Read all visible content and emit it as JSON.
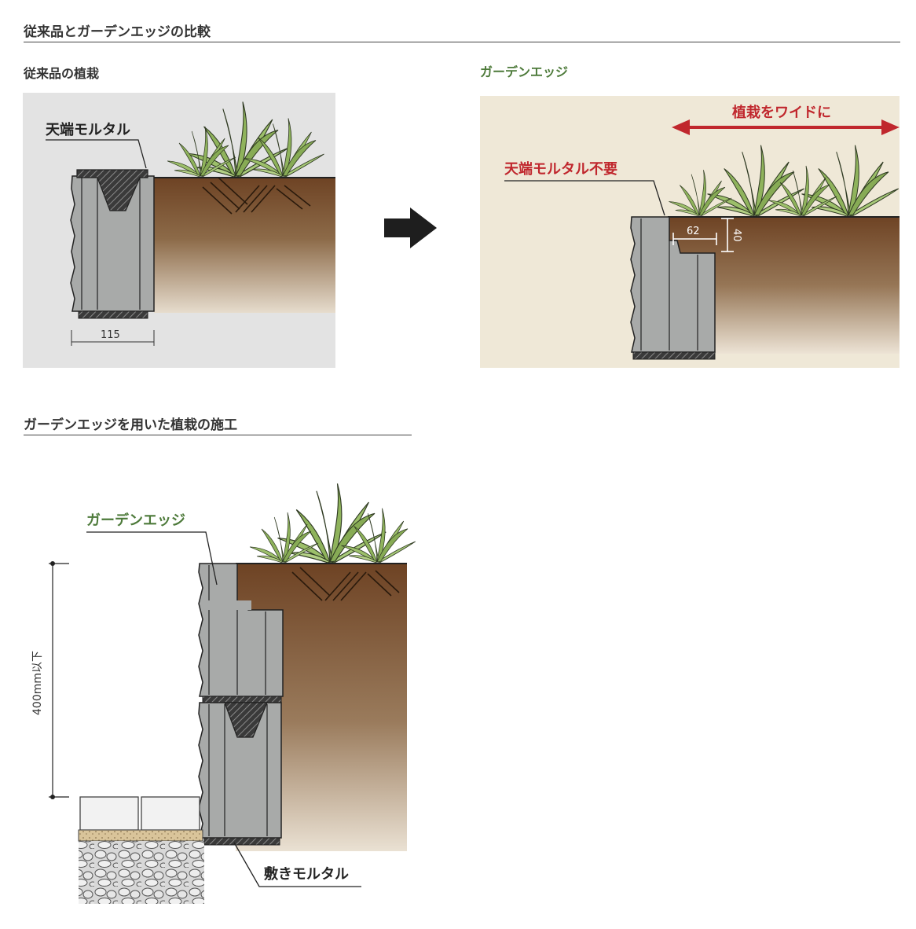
{
  "section1": {
    "title": "従来品とガーデンエッジの比較",
    "conventional": {
      "subtitle": "従来品の植栽",
      "label_mortar": "天端モルタル",
      "dimension": "115"
    },
    "garden_edge": {
      "subtitle": "ガーデンエッジ",
      "label_wide": "植栽をワイドに",
      "label_no_mortar": "天端モルタル不要",
      "dim_width": "62",
      "dim_height": "40"
    }
  },
  "section2": {
    "title": "ガーデンエッジを用いた植栽の施工",
    "label_product": "ガーデンエッジ",
    "label_height": "400mm以下",
    "label_bed_mortar": "敷きモルタル"
  },
  "colors": {
    "accent_red": "#c0272d",
    "accent_green": "#4d7a3a",
    "block_gray": "#a8aaa9",
    "soil_brown": "#7a4f2a",
    "panel_gray": "#e3e3e3",
    "panel_beige": "#efe8d7"
  }
}
